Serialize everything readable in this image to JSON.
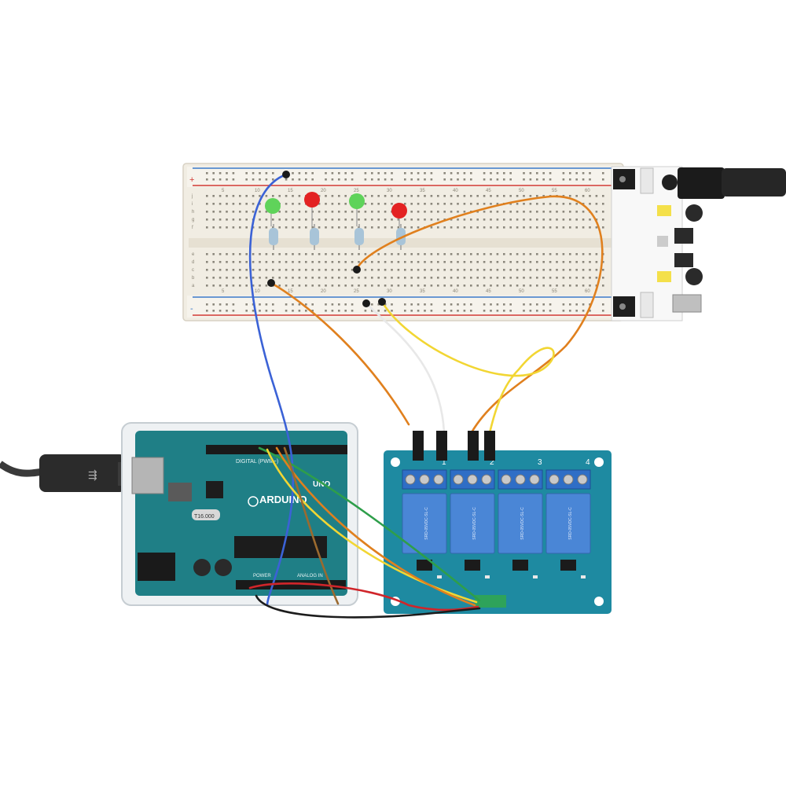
{
  "breadboard": {
    "column_numbers": [
      "5",
      "10",
      "15",
      "20",
      "25",
      "30",
      "35",
      "40",
      "45",
      "50",
      "55",
      "60"
    ],
    "row_letters_top": [
      "j",
      "i",
      "h",
      "g",
      "f"
    ],
    "row_letters_bottom": [
      "e",
      "d",
      "c",
      "b",
      "a"
    ],
    "rail_plus": "+",
    "rail_minus": "-"
  },
  "arduino": {
    "brand_text": "ARDUINO",
    "model_text": "UNO",
    "section_digital": "DIGITAL (PWM~)",
    "section_power": "POWER",
    "section_analog": "ANALOG IN",
    "crystal_text": "T16.000"
  },
  "relay_module": {
    "channel_numbers": [
      "1",
      "2",
      "3",
      "4"
    ],
    "relay_marking": "SRD-05VDC-SL-C"
  },
  "leds": [
    {
      "color_name": "green",
      "hex": "#5fd35a"
    },
    {
      "color_name": "red",
      "hex": "#e32222"
    },
    {
      "color_name": "green",
      "hex": "#5fd35a"
    },
    {
      "color_name": "red",
      "hex": "#e32222"
    }
  ],
  "wires": [
    {
      "name": "blue",
      "hex": "#3b62d6"
    },
    {
      "name": "orange",
      "hex": "#e0801e"
    },
    {
      "name": "yellow",
      "hex": "#f2d633"
    },
    {
      "name": "white",
      "hex": "#f4f4f4"
    },
    {
      "name": "green",
      "hex": "#2e9e4a"
    },
    {
      "name": "brown",
      "hex": "#9b6a2f"
    },
    {
      "name": "red",
      "hex": "#d0252a"
    },
    {
      "name": "black",
      "hex": "#1c1c1c"
    }
  ],
  "colors": {
    "arduino_pcb": "#1f7f86",
    "relay_pcb": "#1e8aa1",
    "relay_body": "#4a86d6",
    "breadboard": "#f1ede3",
    "rail_red": "#d23a34",
    "rail_blue": "#3a79c8"
  }
}
